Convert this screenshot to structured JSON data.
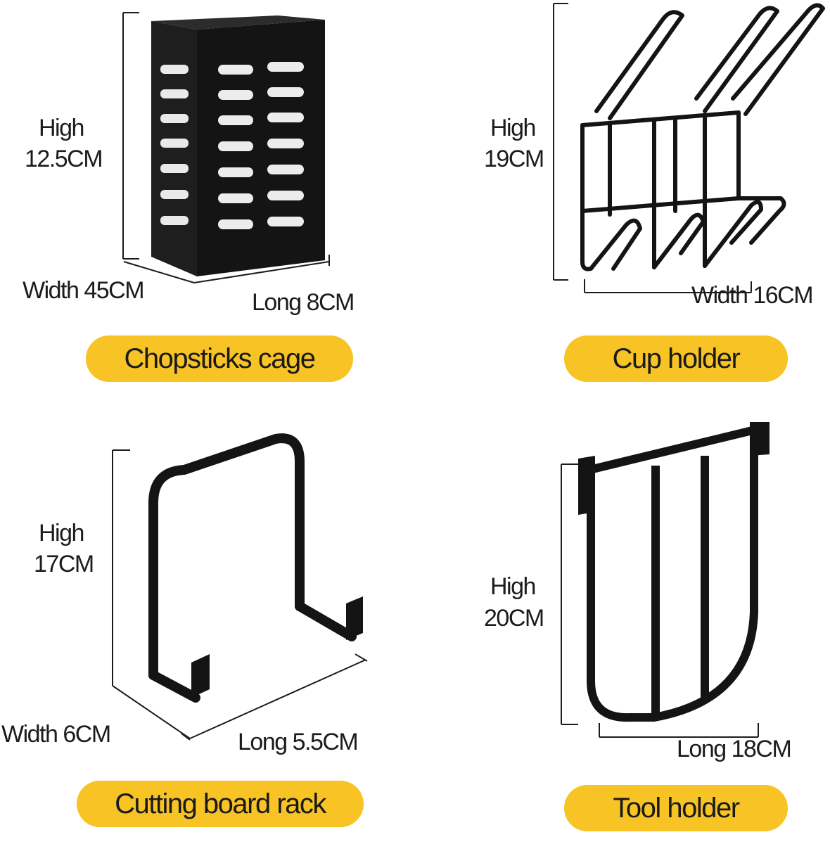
{
  "items": [
    {
      "name": "Chopsticks cage",
      "high_label": "High",
      "high_value": "12.5CM",
      "width_label": "Width 45CM",
      "long_label": "Long 8CM"
    },
    {
      "name": "Cup holder",
      "high_label": "High",
      "high_value": "19CM",
      "width_label": "Width 16CM"
    },
    {
      "name": "Cutting board rack",
      "high_label": "High",
      "high_value": "17CM",
      "width_label": "Width 6CM",
      "long_label": "Long 5.5CM"
    },
    {
      "name": "Tool holder",
      "high_label": "High",
      "high_value": "20CM",
      "long_label": "Long 18CM"
    }
  ],
  "colors": {
    "pill": "#f7c325",
    "product": "#161616",
    "text": "#1c1c1c",
    "background": "#ffffff"
  },
  "icons": [
    "chopsticks-cage-image",
    "cup-holder-image",
    "cutting-board-rack-image",
    "tool-holder-image"
  ]
}
